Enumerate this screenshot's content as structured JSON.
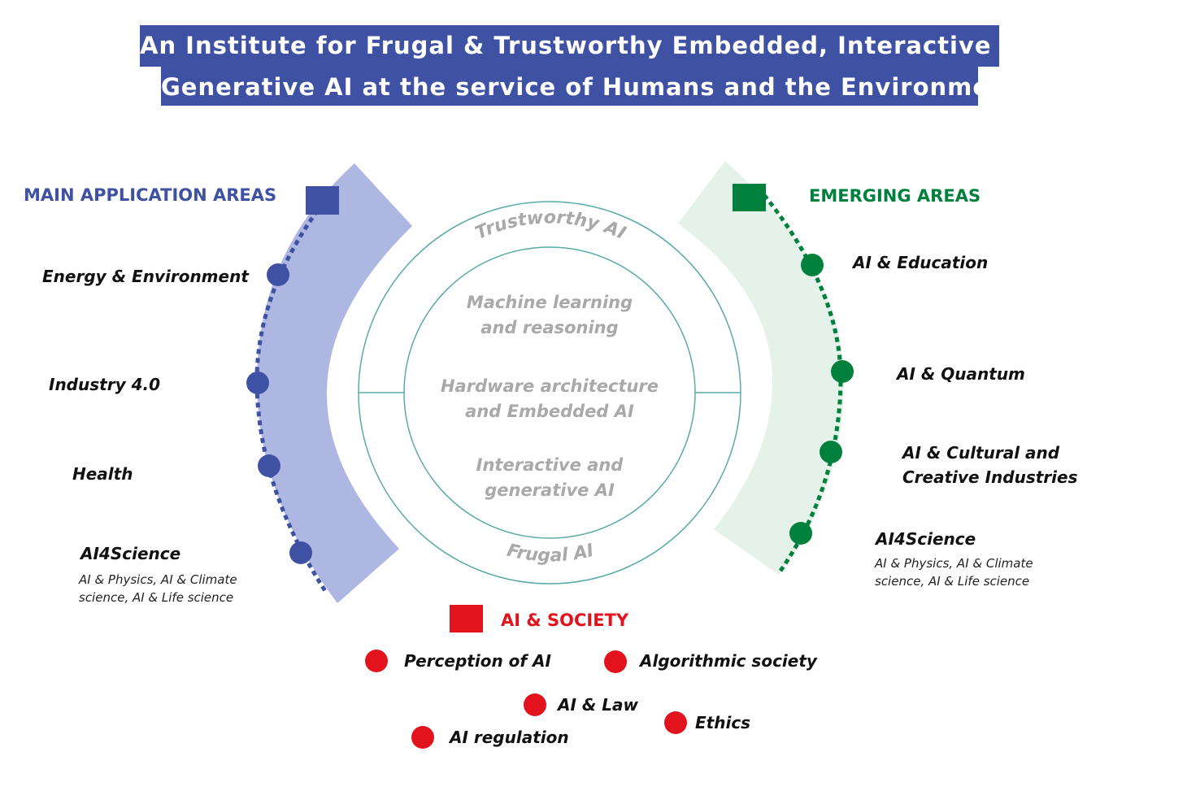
{
  "title": {
    "line1": "An Institute for Frugal & Trustworthy Embedded, Interactive and",
    "line2": "Generative AI at the service of Humans and the Environment"
  },
  "colors": {
    "title_bg": "#3f51a3",
    "main_accent": "#3f51a3",
    "main_band": "#aeb7e1",
    "emerging_accent": "#00803d",
    "emerging_band": "#e5f2ea",
    "society_accent": "#e3131e",
    "circle_stroke": "#5aaaa8",
    "core_text": "#a9a9a9"
  },
  "main_areas": {
    "heading": "MAIN APPLICATION AREAS",
    "items": [
      {
        "label": "Energy & Environment"
      },
      {
        "label": "Industry 4.0"
      },
      {
        "label": "Health"
      },
      {
        "label": "AI4Science",
        "sub": "AI & Physics, AI & Climate science, AI & Life science"
      }
    ]
  },
  "emerging_areas": {
    "heading": "EMERGING AREAS",
    "items": [
      {
        "label": "AI & Education"
      },
      {
        "label": "AI & Quantum"
      },
      {
        "label": "AI & Cultural and Creative Industries"
      },
      {
        "label": "AI4Science",
        "sub": "AI & Physics, AI & Climate science, AI & Life science"
      }
    ]
  },
  "core": {
    "outer_top": "Trustworthy AI",
    "outer_bottom": "Frugal AI",
    "pillars": [
      {
        "label": "Machine learning and reasoning"
      },
      {
        "label": "Hardware architecture and Embedded AI"
      },
      {
        "label": "Interactive and generative AI"
      }
    ]
  },
  "society": {
    "heading": "AI & SOCIETY",
    "items": [
      {
        "label": "Perception of AI"
      },
      {
        "label": "Algorithmic society"
      },
      {
        "label": "AI & Law"
      },
      {
        "label": "Ethics"
      },
      {
        "label": "AI regulation"
      }
    ]
  }
}
